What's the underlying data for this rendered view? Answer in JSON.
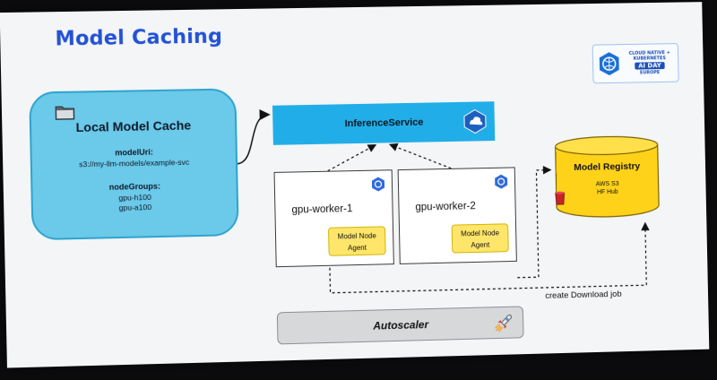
{
  "slide": {
    "title": "Model Caching",
    "event": {
      "line1": "CLOUD NATIVE +",
      "line2": "KUBERNETES",
      "line3": "AI DAY",
      "line4": "EUROPE"
    }
  },
  "cache": {
    "title": "Local Model Cache",
    "model_uri_label": "modelUri:",
    "model_uri_value": "s3://my-llm-models/example-svc",
    "node_groups_label": "nodeGroups:",
    "node_groups": [
      "gpu-h100",
      "gpu-a100"
    ]
  },
  "inference_service": {
    "label": "InferenceService",
    "icon": "kserve-icon"
  },
  "workers": [
    {
      "name": "gpu-worker-1",
      "agent_line1": "Model Node",
      "agent_line2": "Agent",
      "icon": "kubernetes-node-icon"
    },
    {
      "name": "gpu-worker-2",
      "agent_line1": "Model Node",
      "agent_line2": "Agent",
      "icon": "kubernetes-node-icon"
    }
  ],
  "registry": {
    "title": "Model Registry",
    "line1": "AWS S3",
    "line2": "HF Hub",
    "icon": "s3-bucket-icon"
  },
  "download_label": "create Download job",
  "autoscaler": {
    "label": "Autoscaler",
    "icon": "rocket-icon"
  },
  "colors": {
    "title": "#2452d6",
    "cache_fill": "#6bc9e9",
    "isvc_fill": "#21aee8",
    "agent_fill": "#ffe66b",
    "registry_fill": "#ffd21a",
    "autoscaler_fill": "#d6d8da"
  }
}
